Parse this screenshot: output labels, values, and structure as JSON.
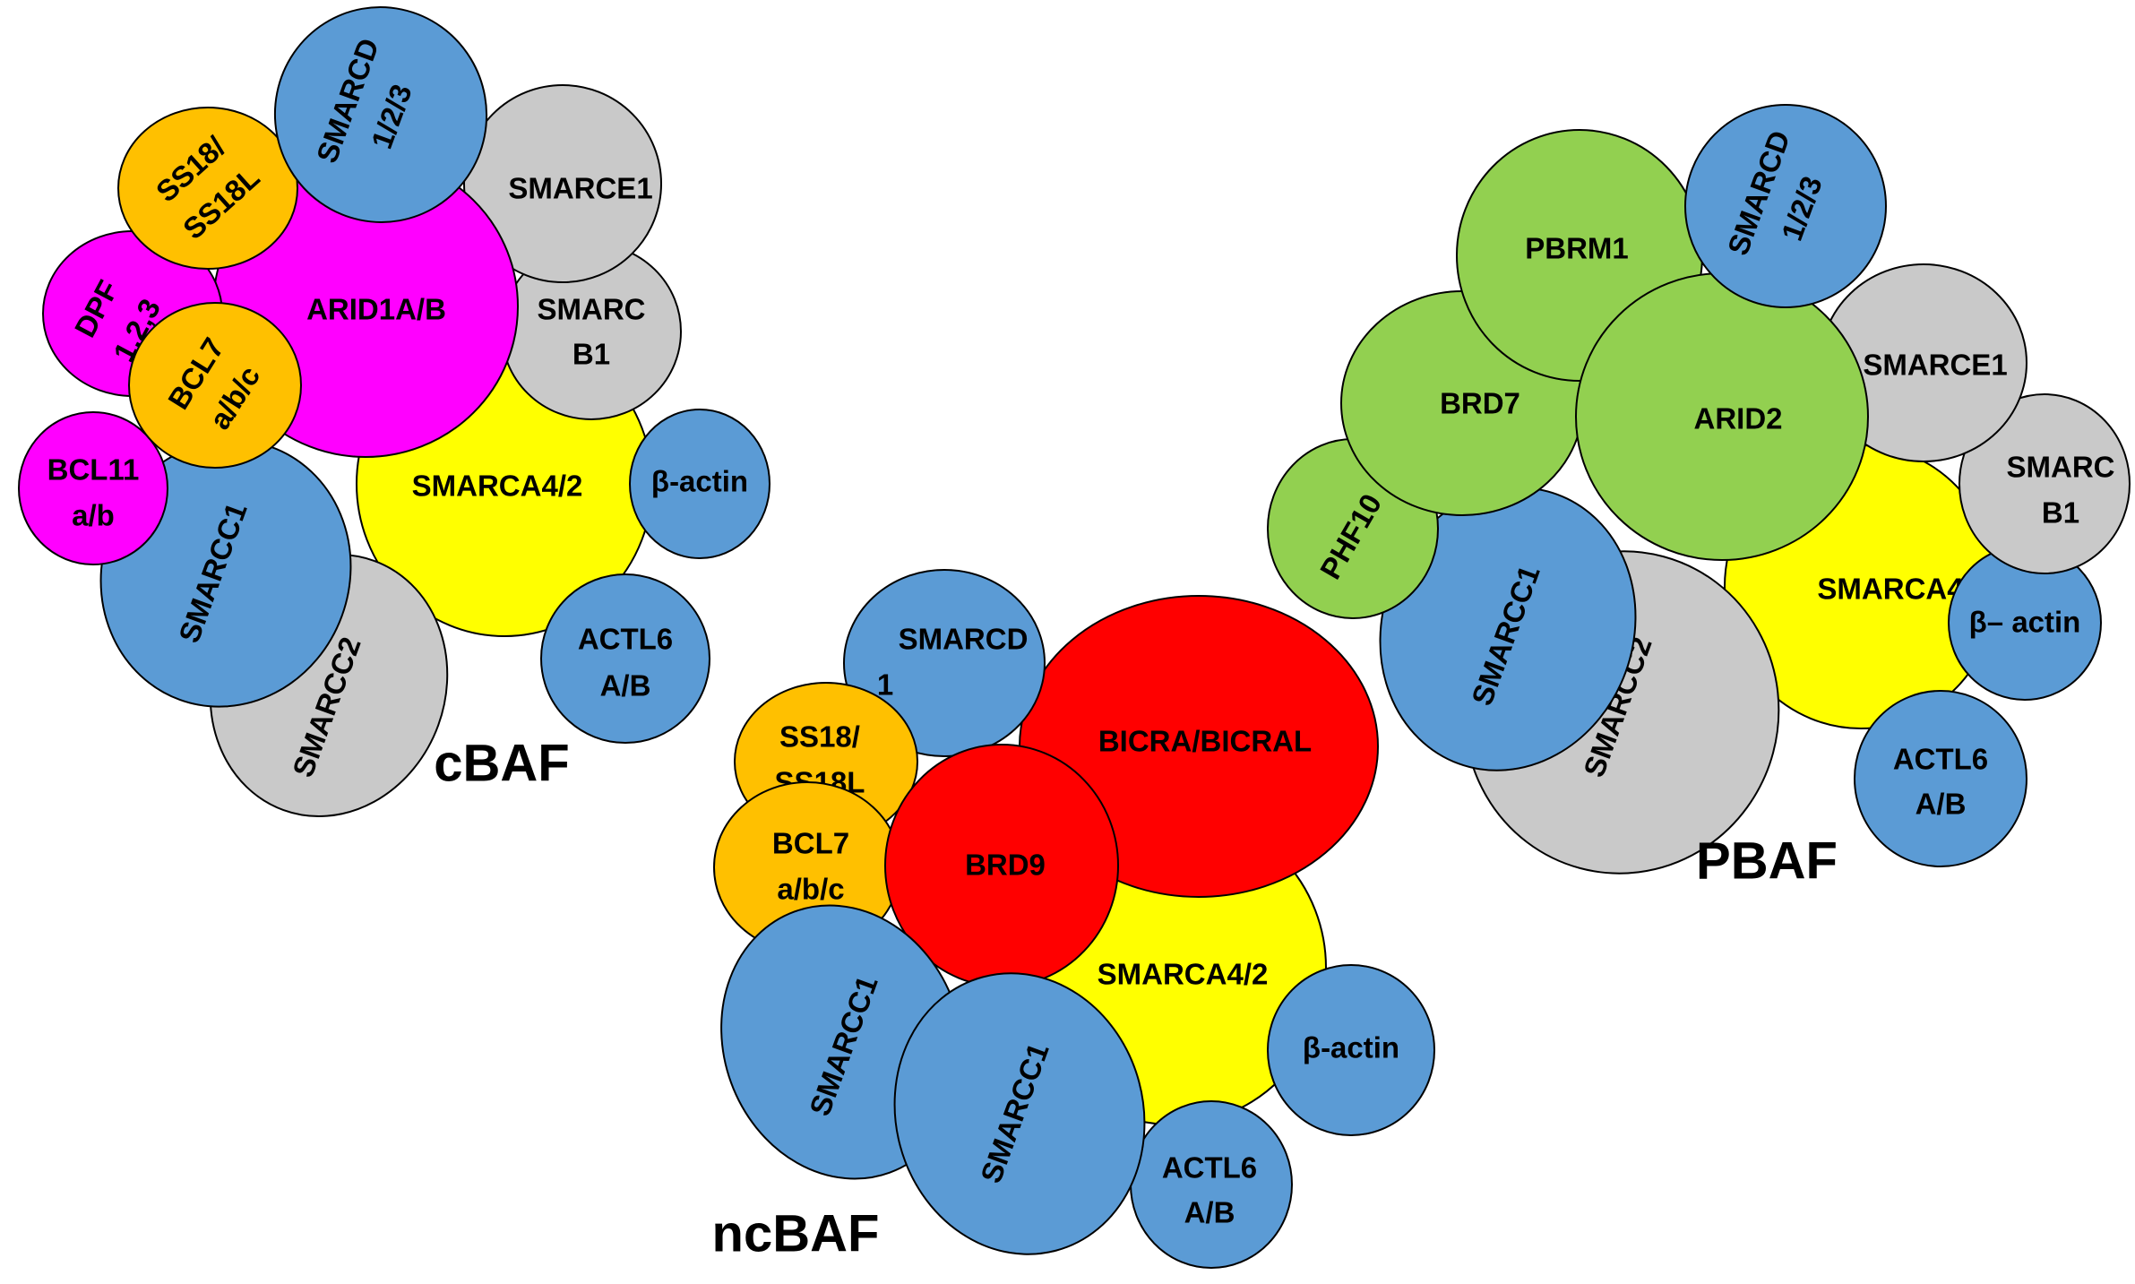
{
  "colors": {
    "blue": "#5b9bd5",
    "gray": "#c9c9c9",
    "yellow": "#ffff00",
    "magenta": "#ff00ff",
    "orange": "#ffc000",
    "green": "#92d050",
    "red": "#ff0000"
  },
  "complexes": {
    "cbaf": {
      "name": "cBAF",
      "smarca": "SMARCA4/2",
      "actin": "β-actin",
      "actl6": [
        "ACTL6",
        "A/B"
      ],
      "smarcc2": "SMARCC2",
      "smarcc1": "SMARCC1",
      "bcl11": [
        "BCL11",
        "a/b"
      ],
      "smarcb1": [
        "SMARC",
        "B1"
      ],
      "smarce1": "SMARCE1",
      "arid": "ARID1A/B",
      "dpf": [
        "DPF",
        "1,2,3"
      ],
      "bcl7": [
        "BCL7",
        "a/b/c"
      ],
      "ss18": [
        "SS18/",
        "SS18L"
      ],
      "smarcd": [
        "SMARCD",
        "1/2/3"
      ]
    },
    "ncbaf": {
      "name": "ncBAF",
      "smarca": "SMARCA4/2",
      "actin": "β-actin",
      "actl6": [
        "ACTL6",
        "A/B"
      ],
      "bicra": "BICRA/BICRAL",
      "smarcd": [
        "SMARCD",
        "1"
      ],
      "ss18": [
        "SS18/",
        "SS18L"
      ],
      "bcl7": [
        "BCL7",
        "a/b/c"
      ],
      "brd9": "BRD9",
      "smarcc1_a": "SMARCC1",
      "smarcc1_b": "SMARCC1"
    },
    "pbaf": {
      "name": "PBAF",
      "smarca": "SMARCA4",
      "actin": "β– actin",
      "actl6": [
        "ACTL6",
        "A/B"
      ],
      "smarcb1": [
        "SMARC",
        "B1"
      ],
      "smarce1": "SMARCE1",
      "smarcc2": "SMARCC2",
      "smarcc1": "SMARCC1",
      "phf10": "PHF10",
      "brd7": "BRD7",
      "pbrm1": "PBRM1",
      "arid": "ARID2",
      "smarcd": [
        "SMARCD",
        "1/2/3"
      ]
    }
  }
}
